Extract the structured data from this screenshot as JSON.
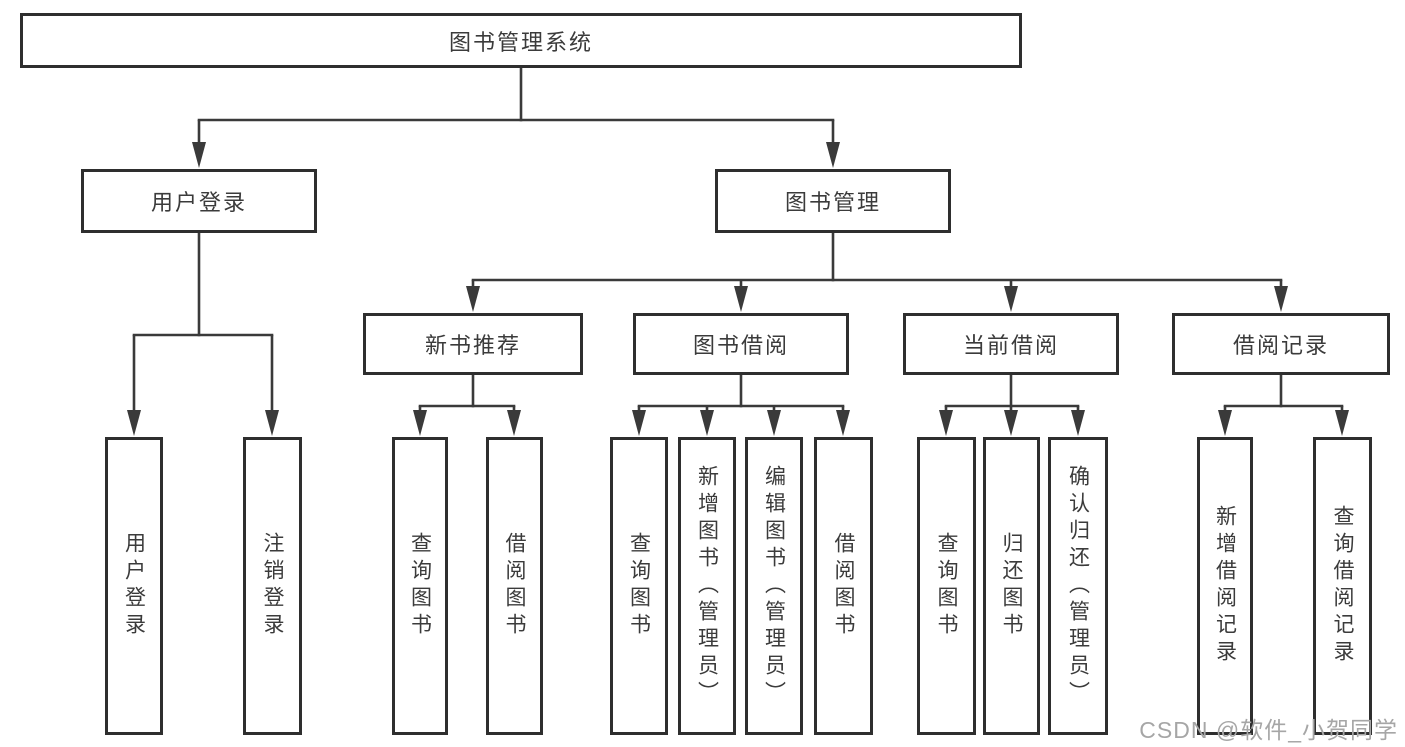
{
  "diagram_title": "图书管理系统",
  "tree": {
    "label": "图书管理系统",
    "children": [
      {
        "label": "用户登录",
        "children": [
          {
            "label": "用户登录"
          },
          {
            "label": "注销登录"
          }
        ]
      },
      {
        "label": "图书管理",
        "children": [
          {
            "label": "新书推荐",
            "children": [
              {
                "label": "查询图书"
              },
              {
                "label": "借阅图书"
              }
            ]
          },
          {
            "label": "图书借阅",
            "children": [
              {
                "label": "查询图书"
              },
              {
                "label": "新增图书（管理员）"
              },
              {
                "label": "编辑图书（管理员）"
              },
              {
                "label": "借阅图书"
              }
            ]
          },
          {
            "label": "当前借阅",
            "children": [
              {
                "label": "查询图书"
              },
              {
                "label": "归还图书"
              },
              {
                "label": "确认归还（管理员）"
              }
            ]
          },
          {
            "label": "借阅记录",
            "children": [
              {
                "label": "新增借阅记录"
              },
              {
                "label": "查询借阅记录"
              }
            ]
          }
        ]
      }
    ]
  },
  "watermark": {
    "text": "CSDN @软件_小贺同学"
  },
  "colors": {
    "line": "#3a3a3a",
    "box_border": "#2e2e2e",
    "text": "#3b3b3b",
    "watermark": "#a6a6a6",
    "background": "#ffffff"
  }
}
